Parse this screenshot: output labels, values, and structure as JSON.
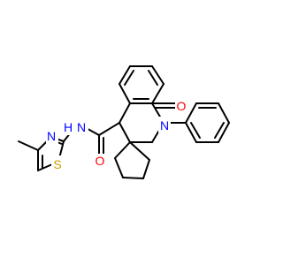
{
  "molecule": {
    "atoms": [
      {
        "id": "O_carbonyl_ring",
        "text": "O",
        "color": "#ff0000"
      },
      {
        "id": "N_lactam",
        "text": "N",
        "color": "#0000ff"
      },
      {
        "id": "N_amide",
        "text": "N",
        "color": "#0000ff"
      },
      {
        "id": "H_amide",
        "text": "H",
        "color": "#0000ff"
      },
      {
        "id": "O_amide",
        "text": "O",
        "color": "#ff0000"
      },
      {
        "id": "N_thiazole",
        "text": "N",
        "color": "#0000ff"
      },
      {
        "id": "S_thiazole",
        "text": "S",
        "color": "#c8a000"
      }
    ]
  }
}
